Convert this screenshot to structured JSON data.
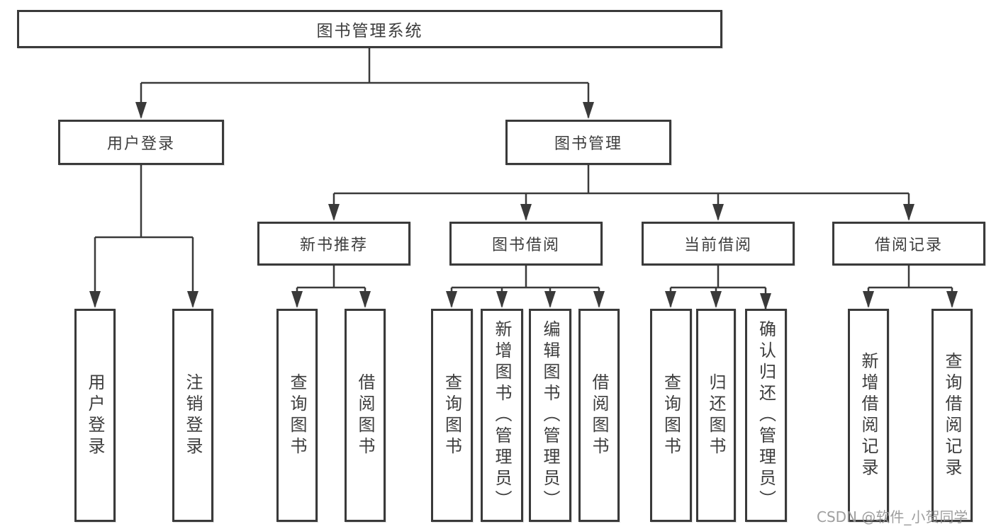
{
  "diagram": {
    "colors": {
      "line": "#3a3a3a",
      "box_background": "#ffffff",
      "text": "#3d3d3d",
      "watermark": "#949494"
    },
    "tree": {
      "root": {
        "label": "图书管理系统"
      },
      "branches": [
        {
          "label": "用户登录",
          "children": [
            "用户登录",
            "注销登录"
          ]
        },
        {
          "label": "图书管理",
          "groups": [
            {
              "label": "新书推荐",
              "children": [
                "查询图书",
                "借阅图书"
              ]
            },
            {
              "label": "图书借阅",
              "children": [
                "查询图书",
                "新增图书（管理员）",
                "编辑图书（管理员）",
                "借阅图书"
              ]
            },
            {
              "label": "当前借阅",
              "children": [
                "查询图书",
                "归还图书",
                "确认归还（管理员）"
              ]
            },
            {
              "label": "借阅记录",
              "children": [
                "新增借阅记录",
                "查询借阅记录"
              ]
            }
          ]
        }
      ]
    },
    "watermark": {
      "text": "CSDN @软件_小贺同学"
    }
  }
}
